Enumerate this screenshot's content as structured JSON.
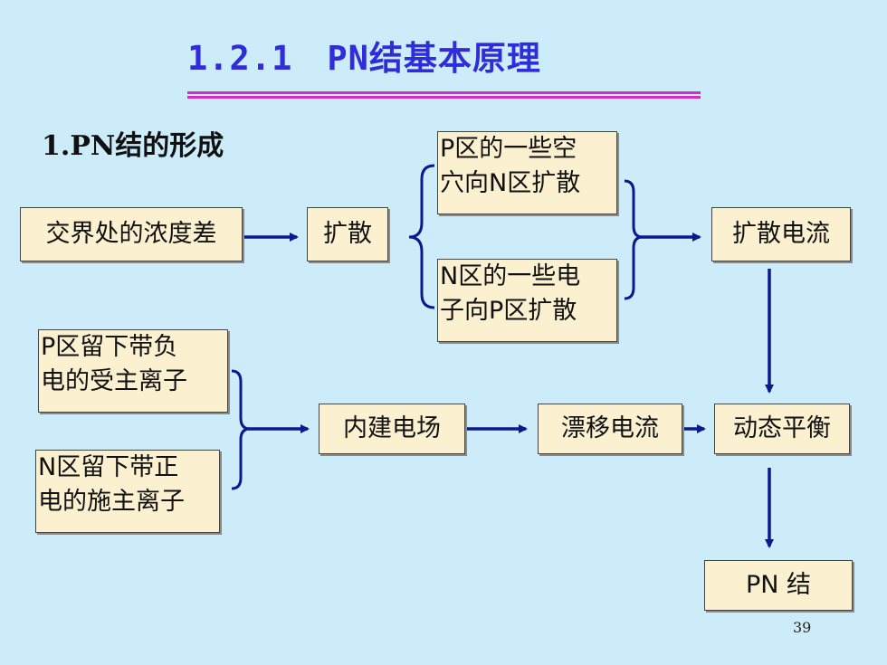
{
  "title": "1.2.1　PN结基本原理",
  "subtitle": "1.PN结的形成",
  "page_number": "39",
  "colors": {
    "background": "#ccecfa",
    "title": "#2f2cd8",
    "underline": "#d42cc8",
    "box_fill": "#fbf0cf",
    "arrow": "#0a1a8c"
  },
  "nodes": {
    "concentration_diff": "交界处的浓度差",
    "diffusion": "扩散",
    "hole_diffusion": {
      "line1": "P区的一些空",
      "line2": "穴向N区扩散"
    },
    "electron_diffusion": {
      "line1": "N区的一些电",
      "line2": "子向P区扩散"
    },
    "diffusion_current": "扩散电流",
    "p_ions": {
      "line1": "P区留下带负",
      "line2": "电的受主离子"
    },
    "n_ions": {
      "line1": "N区留下带正",
      "line2": "电的施主离子"
    },
    "builtin_field": "内建电场",
    "drift_current": "漂移电流",
    "dynamic_equilibrium": "动态平衡",
    "pn_junction": "PN 结"
  }
}
